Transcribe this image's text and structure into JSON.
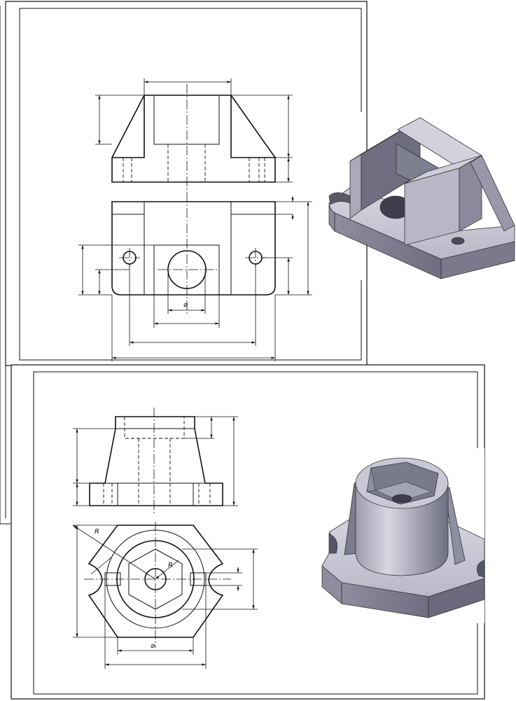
{
  "sheet_a": {
    "front_view": {},
    "top_view": {
      "diameter_symbol": "⌀"
    },
    "isometric": {
      "icon": "bracket-model-isometric"
    }
  },
  "sheet_b": {
    "front_view": {},
    "top_view": {
      "radius_label_outer": "R",
      "radius_label_inner": "R",
      "diameter_symbol": "⌀"
    },
    "isometric": {
      "icon": "hex-boss-model-isometric"
    }
  },
  "colors": {
    "line": "#111111",
    "shade_light": "#c9c9d6",
    "shade_mid": "#9a9aab",
    "shade_dark": "#6b6b7c",
    "paper": "#ffffff"
  }
}
